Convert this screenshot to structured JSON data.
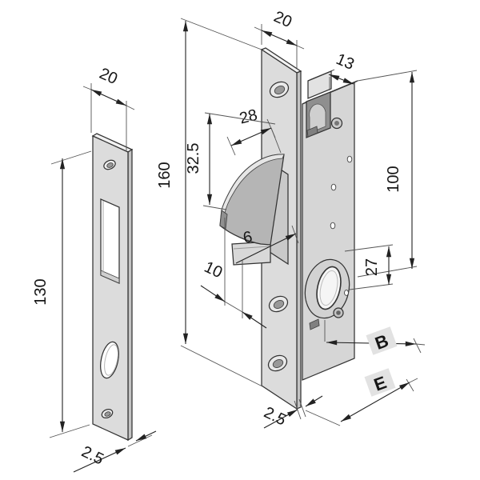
{
  "drawing_labels": {
    "strike_plate": {
      "width_mm": "20",
      "height_mm": "130",
      "thickness_mm": "2.5"
    },
    "lock": {
      "faceplate_width_mm": "20",
      "case_depth_mm": "13",
      "faceplate_height_mm": "160",
      "case_height_mm": "100",
      "hook_cutout_width_mm": "28",
      "hook_cutout_height_mm": "32.5",
      "hook_step_mm": "6",
      "hook_offset_mm": "10",
      "cylinder_offset_mm": "27",
      "backset": "B",
      "entry": "E",
      "faceplate_thickness_mm": "2.5"
    }
  },
  "colors": {
    "line": "#333333",
    "metal_face": "#dcdcdc",
    "metal_top": "#f2f2f2",
    "metal_side": "#c4c4c4",
    "recess": "#8f8f8f",
    "hook_bolt": "#b5b5b5",
    "label_box": "#e2e2e2",
    "background": "#ffffff"
  }
}
